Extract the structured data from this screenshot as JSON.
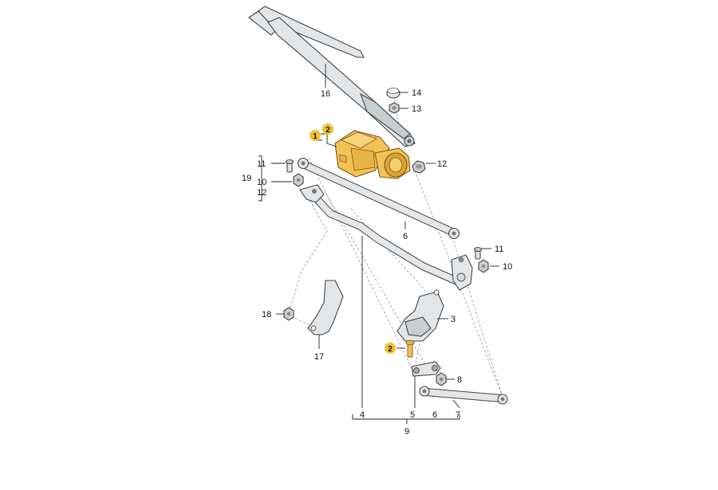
{
  "callouts": {
    "c1": "1",
    "c2a": "2",
    "c2b": "2",
    "c3": "3",
    "c4": "4",
    "c5": "5",
    "c6a": "6",
    "c6b": "6",
    "c7": "7",
    "c8": "8",
    "c9": "9",
    "c10a": "10",
    "c10b": "10",
    "c11a": "11",
    "c11b": "11",
    "c12a": "12",
    "c12b": "12",
    "c13": "13",
    "c14": "14",
    "c16": "16",
    "c17": "17",
    "c18": "18",
    "c19": "19"
  },
  "colors": {
    "highlight_badge": "#f2c12e",
    "motor_body": "#f3c256",
    "motor_shade": "#d9a338",
    "dashed_leader": "#8a97a3"
  }
}
